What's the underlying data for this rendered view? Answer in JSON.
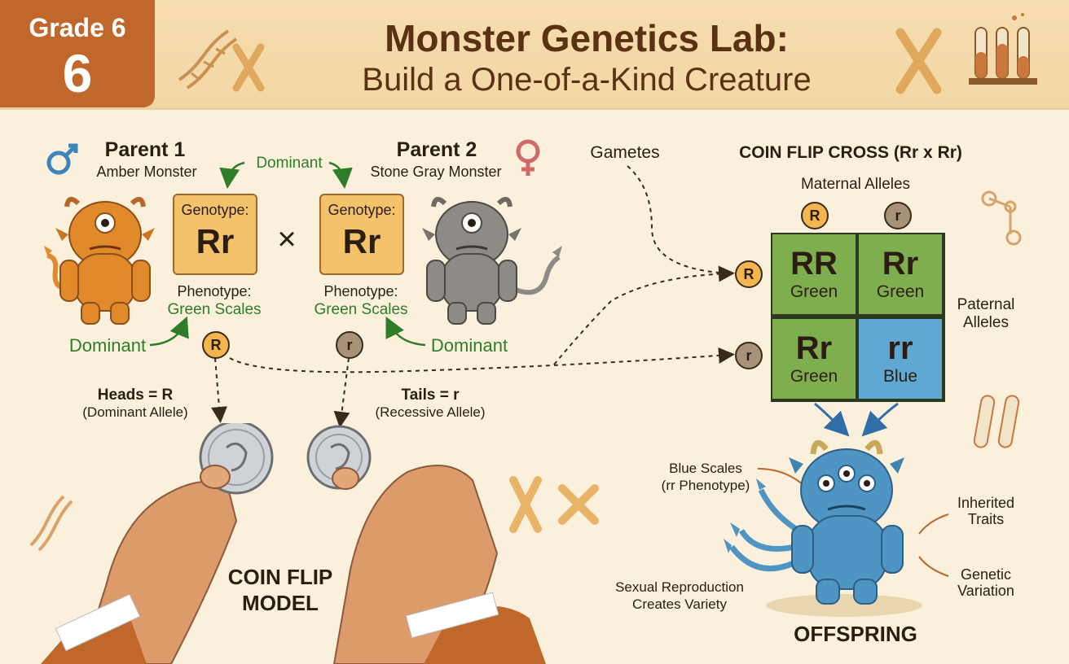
{
  "header": {
    "grade_label": "Grade 6",
    "grade_number": "6",
    "title_line1": "Monster Genetics Lab:",
    "title_line2": "Build a One-of-a-Kind Creature"
  },
  "parent1": {
    "title": "Parent 1",
    "name": "Amber Monster",
    "genotype_label": "Genotype:",
    "genotype": "Rr",
    "phenotype_label": "Phenotype:",
    "phenotype": "Green Scales"
  },
  "parent2": {
    "title": "Parent 2",
    "name": "Stone Gray Monster",
    "genotype_label": "Genotype:",
    "genotype": "Rr",
    "phenotype_label": "Phenotype:",
    "phenotype": "Green Scales"
  },
  "cross_symbol": "×",
  "dominant_labels": [
    "Dominant",
    "Dominant",
    "Dominant"
  ],
  "alleles": {
    "dominant": "R",
    "recessive": "r"
  },
  "coins": {
    "heads_line1": "Heads = R",
    "heads_line2": "(Dominant Allele)",
    "tails_line1": "Tails = r",
    "tails_line2": "(Recessive Allele)",
    "model_line1": "COIN FLIP",
    "model_line2": "MODEL"
  },
  "gametes_label": "Gametes",
  "punnett": {
    "title": "COIN FLIP CROSS (Rr x Rr)",
    "maternal_label": "Maternal Alleles",
    "paternal_line1": "Paternal",
    "paternal_line2": "Alleles",
    "top_alleles": [
      "R",
      "r"
    ],
    "side_alleles": [
      "R",
      "r"
    ],
    "cells": [
      {
        "genotype": "RR",
        "phenotype": "Green",
        "color": "#7fae4f"
      },
      {
        "genotype": "Rr",
        "phenotype": "Green",
        "color": "#7fae4f"
      },
      {
        "genotype": "Rr",
        "phenotype": "Green",
        "color": "#7fae4f"
      },
      {
        "genotype": "rr",
        "phenotype": "Blue",
        "color": "#5fa8d3"
      }
    ]
  },
  "offspring": {
    "label": "OFFSPRING",
    "blue_line1": "Blue Scales",
    "blue_line2": "(rr Phenotype)",
    "inherited_line1": "Inherited",
    "inherited_line2": "Traits",
    "variation_line1": "Genetic",
    "variation_line2": "Variation",
    "repro_line1": "Sexual Reproduction",
    "repro_line2": "Creates Variety"
  },
  "colors": {
    "badge": "#c0672b",
    "header_bg": "#f4d9a8",
    "background": "#fbf0dc",
    "dominant_green": "#2f7d2a",
    "parent1_monster": "#e08a2c",
    "parent2_monster": "#8e8a86",
    "offspring_monster": "#4f95c4",
    "green_cell": "#7fae4f",
    "blue_cell": "#5fa8d3"
  }
}
